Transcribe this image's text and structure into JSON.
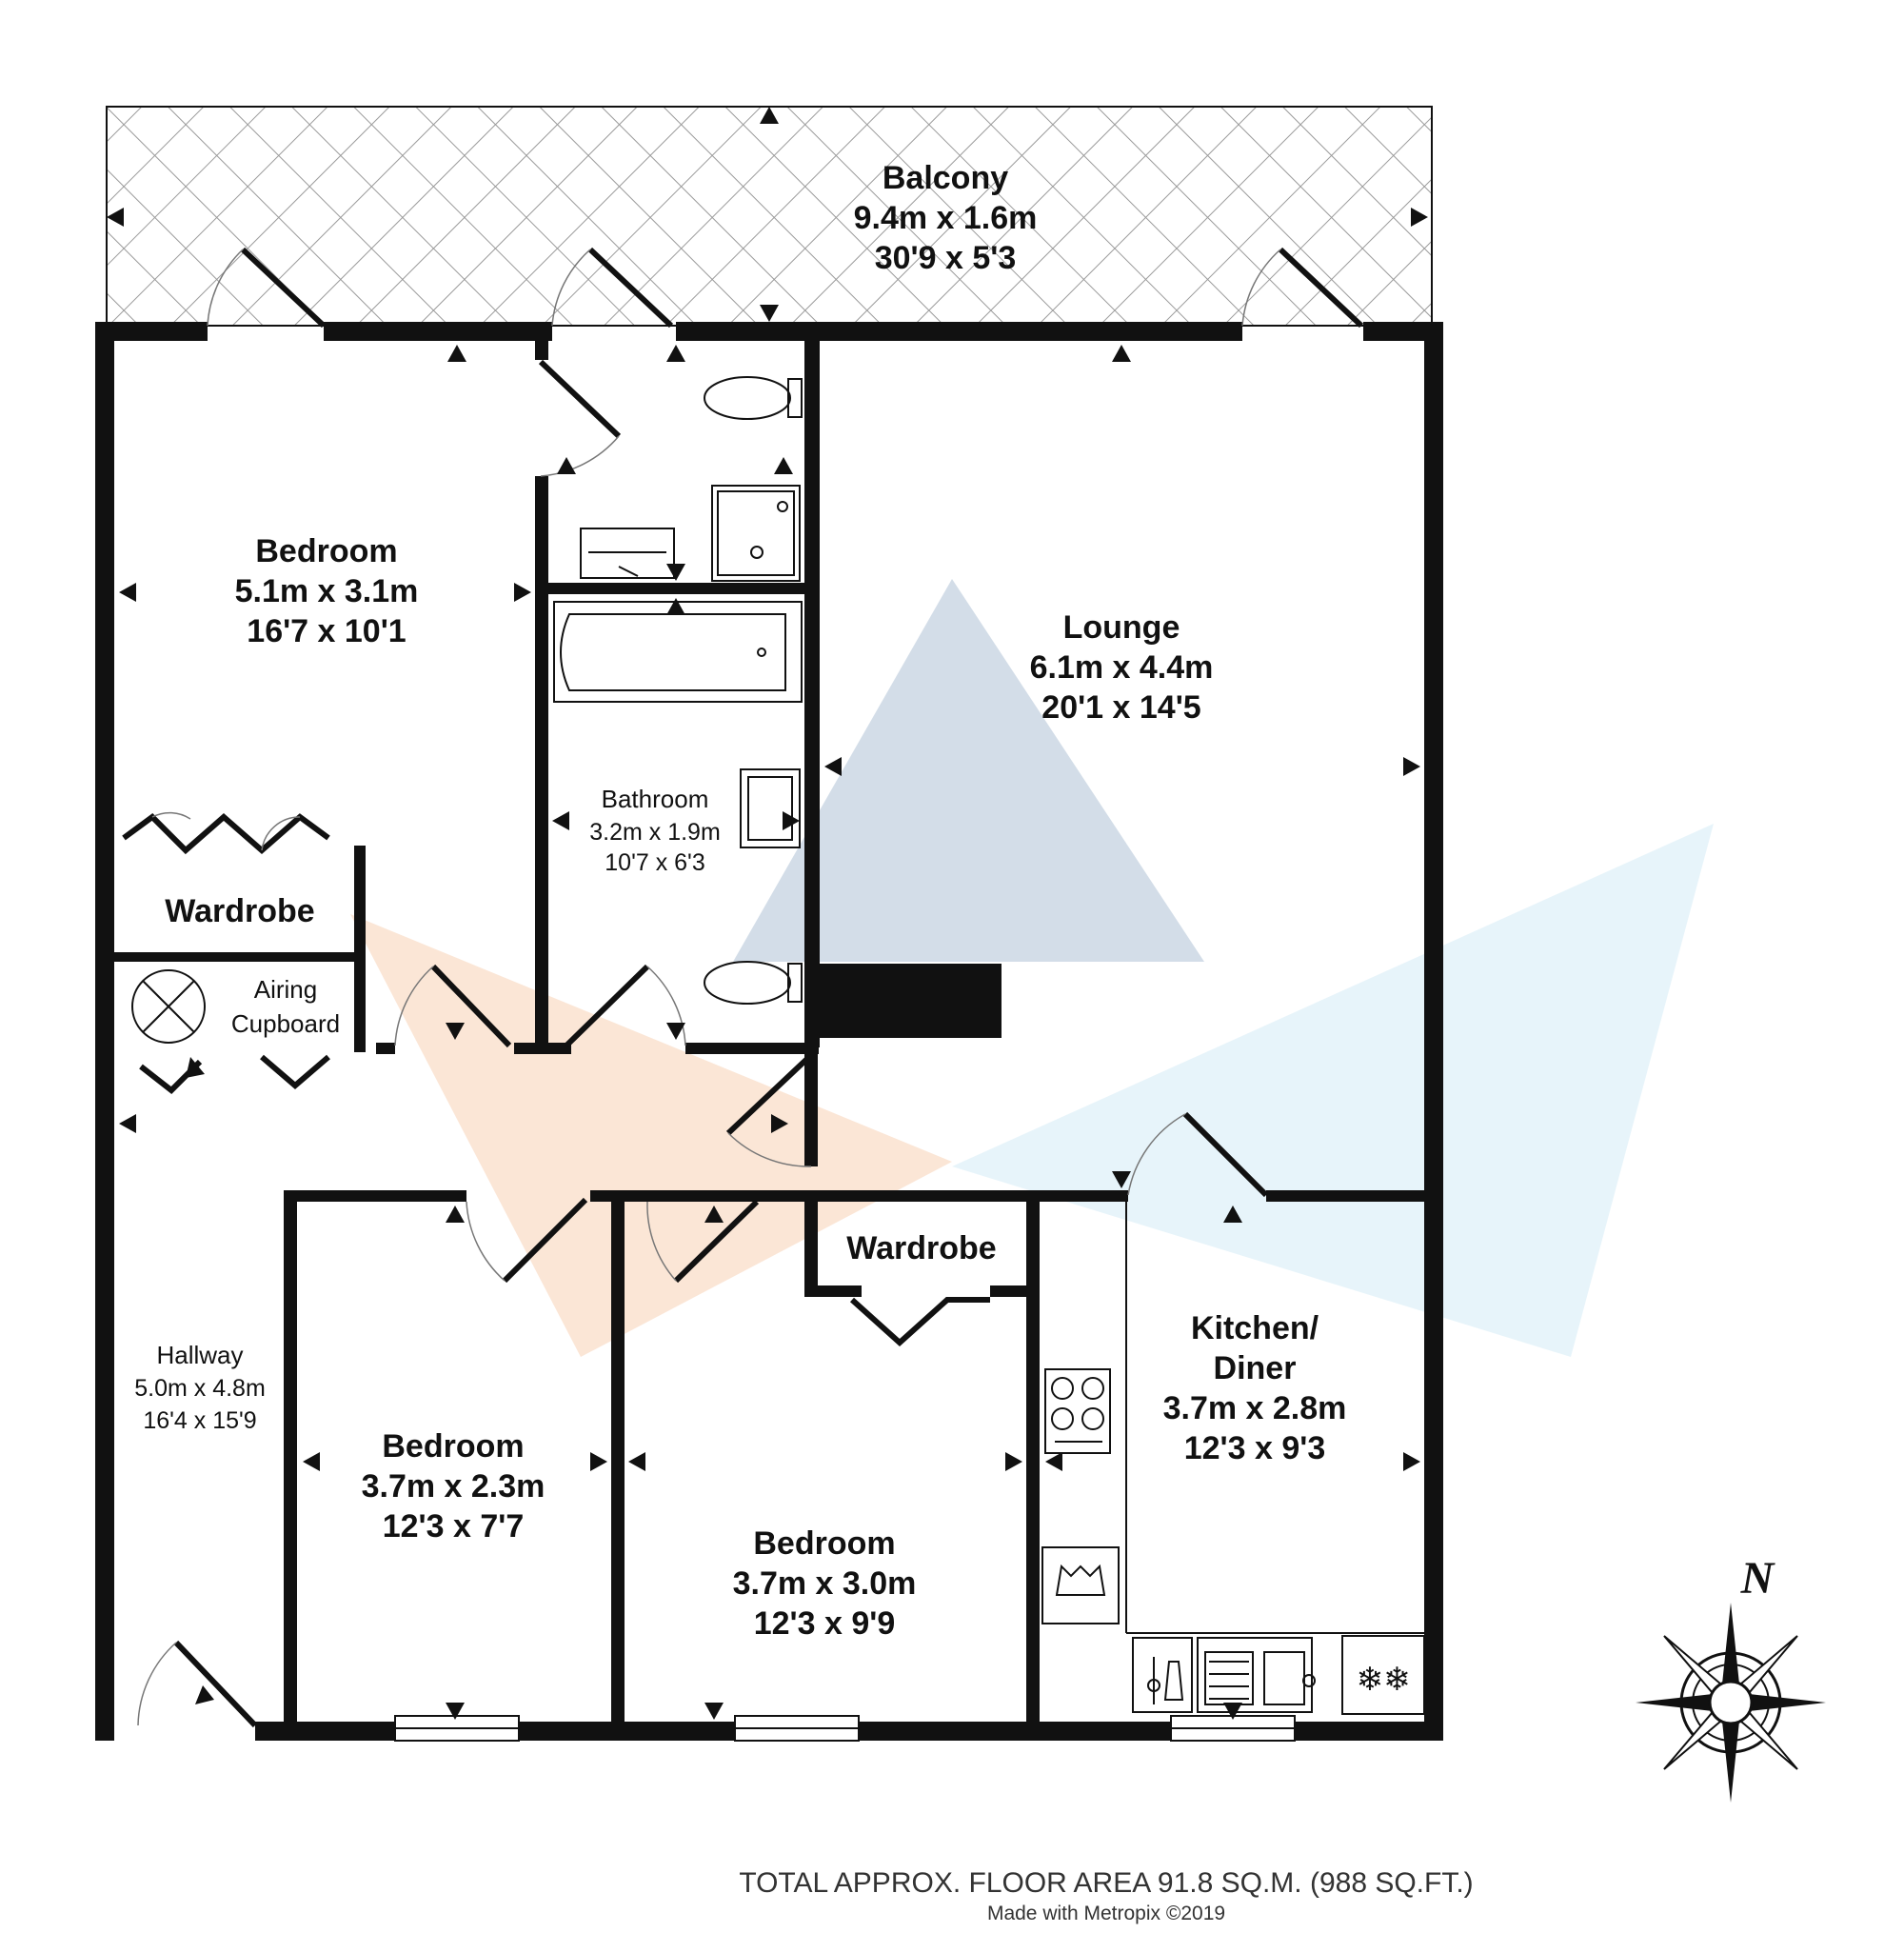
{
  "rooms": {
    "balcony": {
      "name": "Balcony",
      "metric": "9.4m x 1.6m",
      "imperial": "30'9 x 5'3"
    },
    "bedroom1": {
      "name": "Bedroom",
      "metric": "5.1m x 3.1m",
      "imperial": "16'7 x 10'1"
    },
    "lounge": {
      "name": "Lounge",
      "metric": "6.1m x 4.4m",
      "imperial": "20'1 x 14'5"
    },
    "bathroom": {
      "name": "Bathroom",
      "metric": "3.2m x 1.9m",
      "imperial": "10'7 x 6'3"
    },
    "wardrobe1": {
      "name": "Wardrobe"
    },
    "airing": {
      "name_line1": "Airing",
      "name_line2": "Cupboard"
    },
    "hallway": {
      "name": "Hallway",
      "metric": "5.0m x 4.8m",
      "imperial": "16'4 x 15'9"
    },
    "bedroom2": {
      "name": "Bedroom",
      "metric": "3.7m x 2.3m",
      "imperial": "12'3 x 7'7"
    },
    "bedroom3": {
      "name": "Bedroom",
      "metric": "3.7m x 3.0m",
      "imperial": "12'3 x 9'9"
    },
    "wardrobe2": {
      "name": "Wardrobe"
    },
    "kitchen": {
      "name_line1": "Kitchen/",
      "name_line2": "Diner",
      "metric": "3.7m x 2.8m",
      "imperial": "12'3 x 9'3"
    }
  },
  "compass": {
    "label": "N"
  },
  "footer": {
    "area": "TOTAL APPROX. FLOOR AREA 91.8 SQ.M. (988 SQ.FT.)",
    "credit": "Made with Metropix ©2019"
  },
  "colors": {
    "wall": "#111111",
    "watermark_peach": "#f6c9a8",
    "watermark_blue": "#6f8fb5",
    "watermark_light_blue": "#cfe9f5"
  },
  "icons": [
    "compass-rose-icon",
    "boiler-icon",
    "hob-icon",
    "sink-icon",
    "toilet-icon",
    "basin-icon",
    "bath-icon",
    "shower-icon",
    "fridge-freezer-icon",
    "washing-machine-icon"
  ]
}
